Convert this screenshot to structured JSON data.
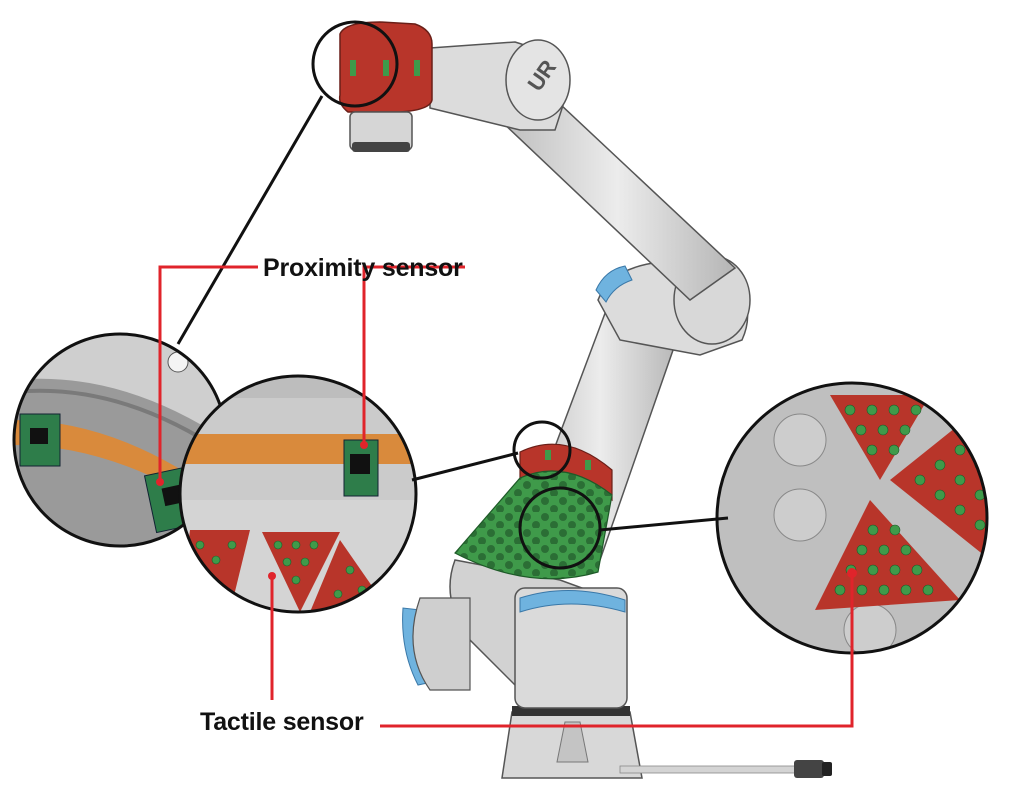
{
  "labels": {
    "proximity": "Proximity sensor",
    "tactile": "Tactile sensor"
  },
  "colors": {
    "callout_red": "#e0242b",
    "leader_black": "#111111",
    "sensor_red": "#b8352a",
    "sensor_green": "#3f9a4a",
    "robot_grey": "#dcdcdc",
    "joint_blue": "#6fb3df",
    "pcb_green": "#2e7d4a",
    "flex_orange": "#d98a3c"
  },
  "icons": {
    "robot": "ur-robot-arm-illustration",
    "zoom_prox_a": "zoom-circle-pcb",
    "zoom_prox_b": "zoom-circle-pcb-pads",
    "zoom_tactile": "zoom-circle-tactile-pads"
  }
}
